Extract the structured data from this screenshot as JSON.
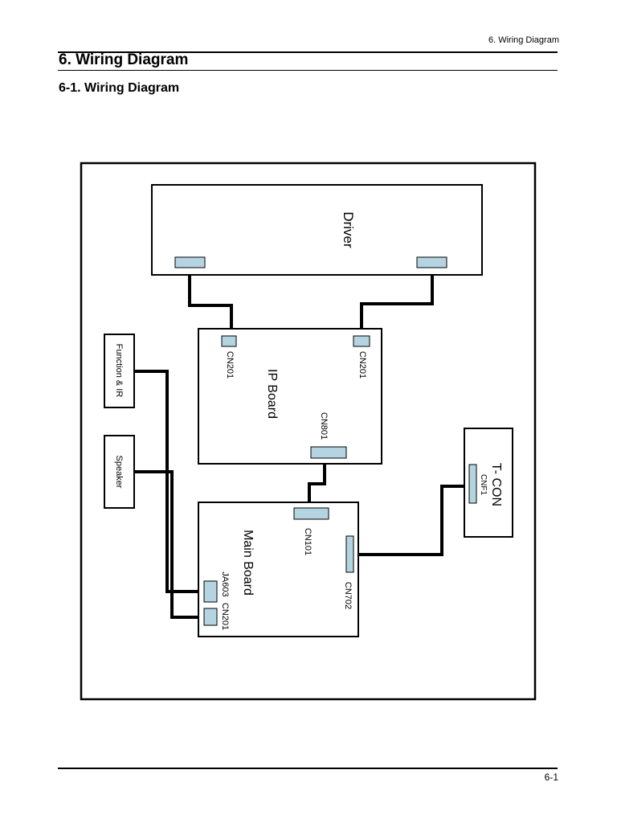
{
  "header": {
    "running_title": "6. Wiring Diagram",
    "section_title": "6. Wiring Diagram",
    "subsection_title": "6-1. Wiring Diagram"
  },
  "diagram": {
    "boards": {
      "driver": "Driver",
      "ip_board": "IP Board",
      "main_board": "Main Board",
      "tcon": "T- CON",
      "function_ir": "Function & IR",
      "speaker": "Speaker"
    },
    "connectors": {
      "ip_cn201_left": "CN201",
      "ip_cn201_right": "CN201",
      "ip_cn801": "CN801",
      "main_cn101": "CN101",
      "main_cn702": "CN702",
      "main_ja603": "JA603",
      "main_cn201": "CN201",
      "tcon_cnf1": "CNF1"
    },
    "colors": {
      "connector_fill": "#b4d4e2",
      "line": "#000000"
    }
  },
  "footer": {
    "page_number": "6-1"
  }
}
